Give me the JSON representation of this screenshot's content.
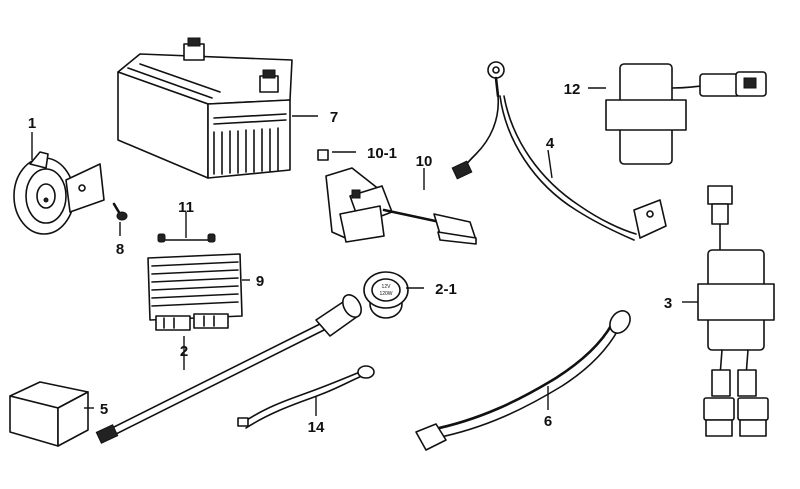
{
  "callouts": [
    {
      "id": "1",
      "text": "1"
    },
    {
      "id": "2",
      "text": "2"
    },
    {
      "id": "2-1",
      "text": "2-1"
    },
    {
      "id": "3",
      "text": "3"
    },
    {
      "id": "4",
      "text": "4"
    },
    {
      "id": "5",
      "text": "5"
    },
    {
      "id": "6",
      "text": "6"
    },
    {
      "id": "7",
      "text": "7"
    },
    {
      "id": "8",
      "text": "8"
    },
    {
      "id": "9",
      "text": "9"
    },
    {
      "id": "10",
      "text": "10"
    },
    {
      "id": "10-1",
      "text": "10-1"
    },
    {
      "id": "11",
      "text": "11"
    },
    {
      "id": "12",
      "text": "12"
    },
    {
      "id": "14",
      "text": "14"
    }
  ],
  "socket_marking": {
    "line1": "12V",
    "line2": "120W"
  }
}
